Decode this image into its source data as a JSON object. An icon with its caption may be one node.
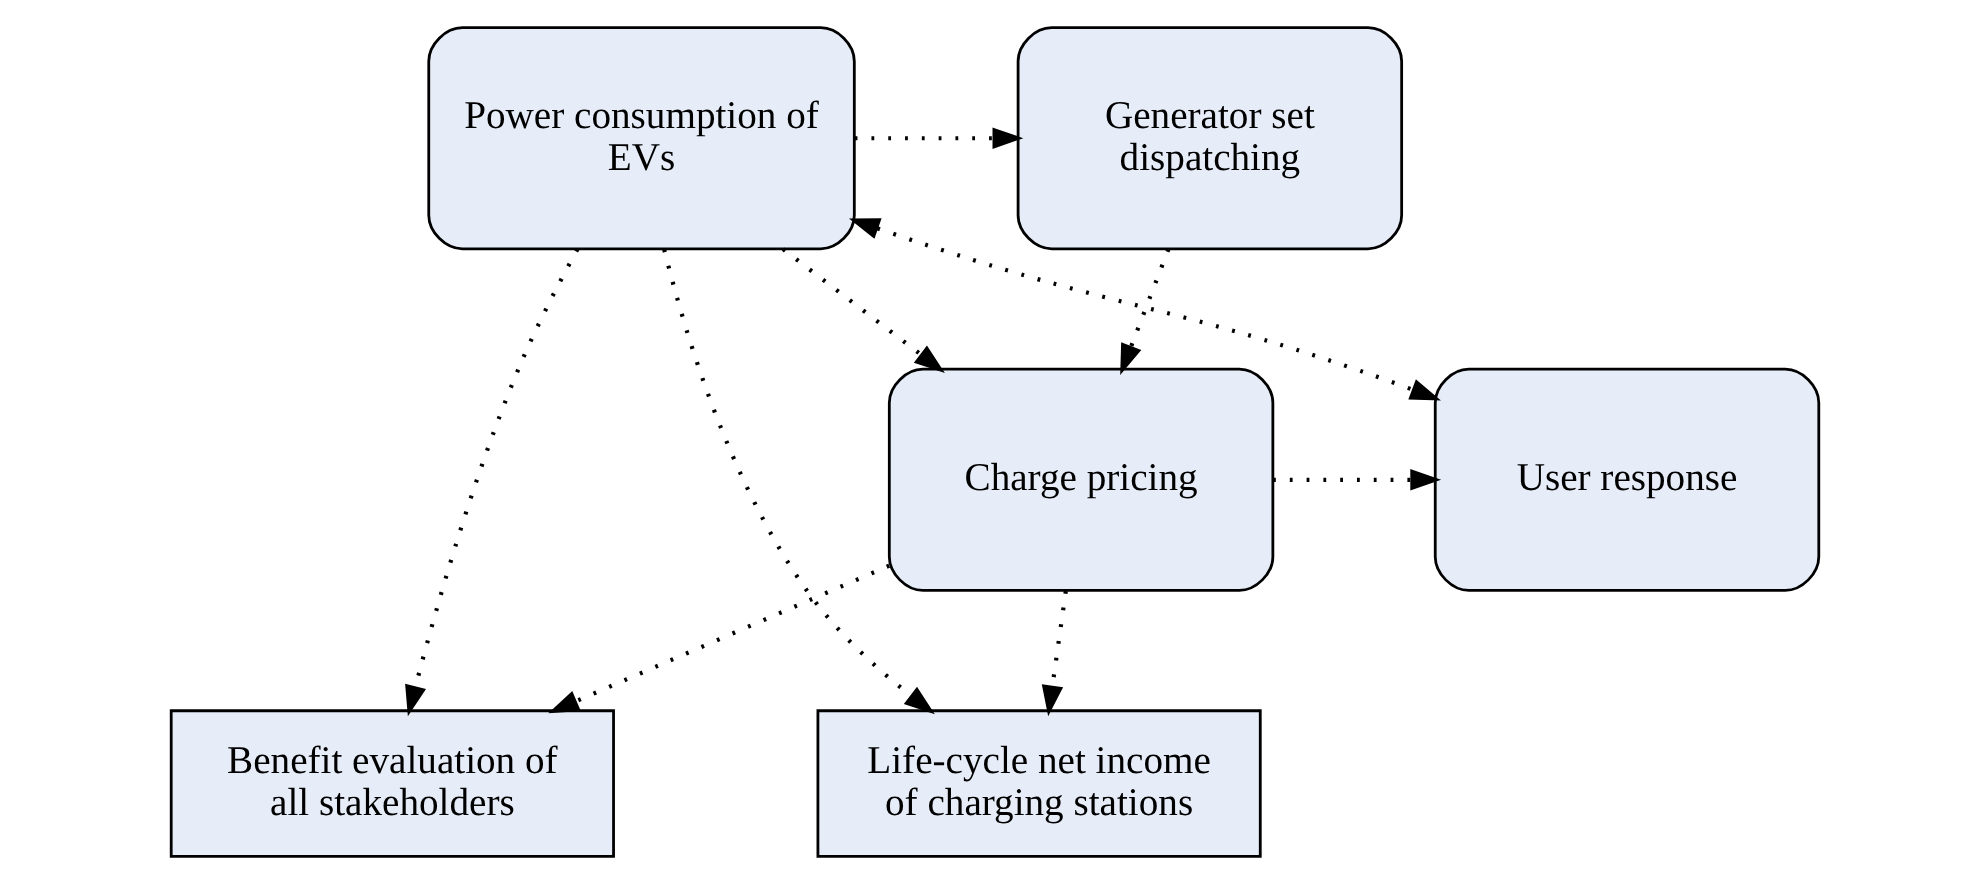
{
  "diagram": {
    "nodes": [
      {
        "text": [
          "Power consumption of EVs"
        ]
      },
      {
        "text": [
          "Generator set dispatching"
        ]
      },
      {
        "text": [
          "Benefit evaluation of all stakeholders"
        ]
      },
      {
        "text": [
          "Life-cycle net income of charging stations"
        ]
      },
      {
        "text": [
          "User response"
        ]
      },
      {
        "text": [
          "Charge pricing"
        ]
      }
    ],
    "edges": [
      {
        "from": 0,
        "to": 1,
        "arrow": "to"
      },
      {
        "from": 0,
        "to": 3,
        "arrow": "to"
      },
      {
        "from": 0,
        "to": 2,
        "arrow": "to"
      },
      {
        "from": 0,
        "to": 4,
        "arrow": "both"
      },
      {
        "from": 0,
        "to": 5,
        "arrow": "to"
      },
      {
        "from": 1,
        "to": 5,
        "arrow": "to"
      },
      {
        "from": 5,
        "to": 4,
        "arrow": "to"
      },
      {
        "from": 5,
        "to": 3,
        "arrow": "to"
      },
      {
        "from": 5,
        "to": 2,
        "arrow": "to"
      }
    ]
  }
}
